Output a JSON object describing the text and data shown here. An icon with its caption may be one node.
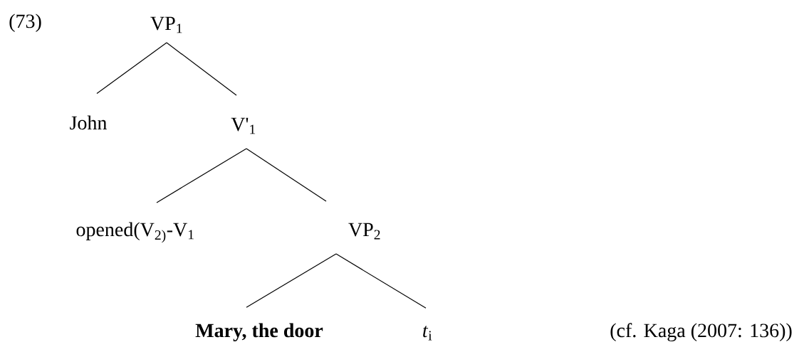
{
  "diagram": {
    "nodes": [
      {
        "text": [
          "VP$_{1}$"
        ]
      },
      {
        "text": [
          "John"
        ]
      },
      {
        "text": [
          "V'$_{1}$"
        ]
      },
      {
        "text": [
          "opened(V$_{2)}$-V$_{1}$"
        ]
      },
      {
        "text": [
          "VP$_{2}$"
        ]
      },
      {
        "text": [
          "Mary, the door"
        ]
      },
      {
        "text": [
          "*t*$_{i}$"
        ]
      }
    ],
    "edges": [
      {
        "from": 0,
        "to": 1,
        "arrow": "none"
      },
      {
        "from": 0,
        "to": 2,
        "arrow": "none"
      },
      {
        "from": 2,
        "to": 3,
        "arrow": "none"
      },
      {
        "from": 2,
        "to": 4,
        "arrow": "none"
      },
      {
        "from": 4,
        "to": 5,
        "arrow": "none"
      },
      {
        "from": 4,
        "to": 6,
        "arrow": "none"
      }
    ],
    "labels": [
      "(73)",
      "(cf. Kaga (2007: 136))"
    ]
  }
}
